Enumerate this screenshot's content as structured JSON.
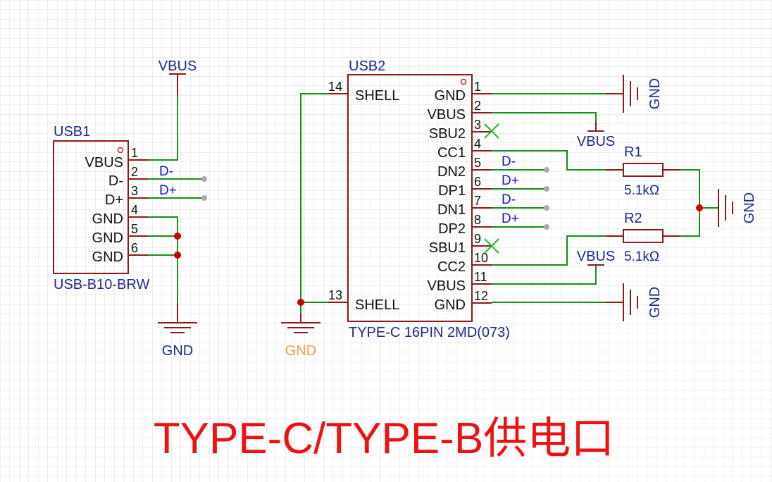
{
  "usb1": {
    "ref": "USB1",
    "part": "USB-B10-BRW",
    "pins": [
      {
        "num": "1",
        "name": "VBUS"
      },
      {
        "num": "2",
        "name": "D-"
      },
      {
        "num": "3",
        "name": "D+"
      },
      {
        "num": "4",
        "name": "GND"
      },
      {
        "num": "5",
        "name": "GND"
      },
      {
        "num": "6",
        "name": "GND"
      }
    ],
    "net_vbus": "VBUS",
    "net_dm": "D-",
    "net_dp": "D+",
    "net_gnd": "GND"
  },
  "usb2": {
    "ref": "USB2",
    "part": "TYPE-C 16PIN 2MD(073)",
    "left_pins": [
      {
        "num": "14",
        "name": "SHELL"
      },
      {
        "num": "13",
        "name": "SHELL"
      }
    ],
    "right_pins": [
      {
        "num": "1",
        "name": "GND"
      },
      {
        "num": "2",
        "name": "VBUS"
      },
      {
        "num": "3",
        "name": "SBU2"
      },
      {
        "num": "4",
        "name": "CC1"
      },
      {
        "num": "5",
        "name": "DN2"
      },
      {
        "num": "6",
        "name": "DP1"
      },
      {
        "num": "7",
        "name": "DN1"
      },
      {
        "num": "8",
        "name": "DP2"
      },
      {
        "num": "9",
        "name": "SBU1"
      },
      {
        "num": "10",
        "name": "CC2"
      },
      {
        "num": "11",
        "name": "VBUS"
      },
      {
        "num": "12",
        "name": "GND"
      }
    ],
    "net_labels": [
      "D-",
      "D+",
      "D-",
      "D+"
    ],
    "shell_gnd": "GND",
    "gnd_top": "GND",
    "gnd_bottom": "GND",
    "gnd_res": "GND",
    "vbus_top": "VBUS",
    "vbus_bottom": "VBUS"
  },
  "r1": {
    "ref": "R1",
    "value": "5.1kΩ"
  },
  "r2": {
    "ref": "R2",
    "value": "5.1kΩ"
  },
  "title": "TYPE-C/TYPE-B供电口",
  "colors": {
    "component": "#8b1a1a",
    "wire": "#1a8c1a",
    "label": "#1a2a8c",
    "net_label": "#1616e0",
    "junction": "#cc0000",
    "title": "#ee1111",
    "gnd_orange": "#f0a050",
    "grid": "#dddddd"
  }
}
